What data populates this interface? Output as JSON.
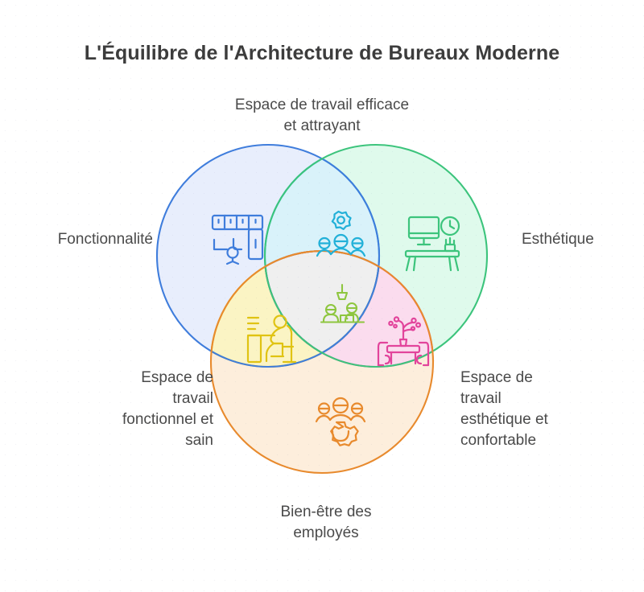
{
  "title": "L'Équilibre de l'Architecture de Bureaux Moderne",
  "chart_data": {
    "type": "venn",
    "title": "L'Équilibre de l'Architecture de Bureaux Moderne",
    "sets": [
      {
        "id": "fonctionnalite",
        "label": "Fonctionnalité",
        "position": "left",
        "fill": "#e8eefc",
        "stroke": "#3f7ddc",
        "icon": "office-floor-plan-icon"
      },
      {
        "id": "esthetique",
        "label": "Esthétique",
        "position": "right",
        "fill": "#dffaec",
        "stroke": "#3cc47c",
        "icon": "desk-monitor-clock-icon"
      },
      {
        "id": "bien-etre",
        "label": "Bien-être des\nemployés",
        "position": "bottom",
        "fill": "#fdeedc",
        "stroke": "#e88a2d",
        "icon": "people-gear-icon"
      }
    ],
    "intersections": [
      {
        "id": "fonctionnalite-esthetique",
        "label": "Espace de travail efficace\net attrayant",
        "position": "top",
        "fill": "#d9f2fa",
        "stroke": "#21b0d8",
        "icon": "team-gear-icon"
      },
      {
        "id": "fonctionnalite-bien-etre",
        "label": "Espace de\ntravail\nfonctionnel et\nsain",
        "position": "bottom-left",
        "fill": "#fbf4c4",
        "stroke": "#e0c312",
        "icon": "ergonomic-sitting-icon"
      },
      {
        "id": "esthetique-bien-etre",
        "label": "Espace de\ntravail\nesthétique et\nconfortable",
        "position": "bottom-right",
        "fill": "#fbdcee",
        "stroke": "#e2449b",
        "icon": "table-flowers-icon"
      },
      {
        "id": "center-all-three",
        "label": "",
        "position": "center",
        "fill": "#efefef",
        "stroke": "#8d8d8d",
        "icon": "coworking-desk-lamp-icon"
      }
    ],
    "colors": {
      "title_text": "#3c3c3c",
      "label_text": "#4a4a4a",
      "background": "#ffffff"
    }
  },
  "labels": {
    "top": "Espace de travail efficace\net attrayant",
    "left": "Fonctionnalité",
    "right": "Esthétique",
    "bottom_left": "Espace de\ntravail\nfonctionnel et\nsain",
    "bottom_right": "Espace de\ntravail\nesthétique et\nconfortable",
    "bottom": "Bien-être des\nemployés"
  }
}
